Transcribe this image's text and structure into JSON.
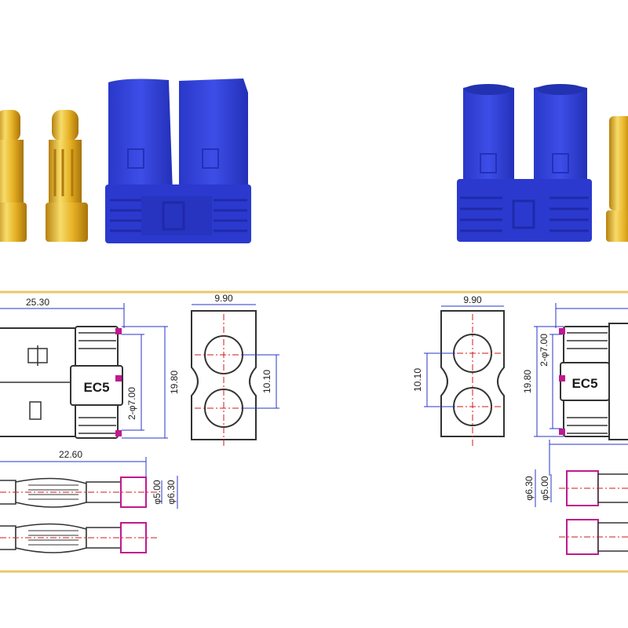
{
  "colors": {
    "connector_blue": "#2f3fd6",
    "connector_blue_dark": "#1f2aa8",
    "gold": "#e0a81e",
    "gold_light": "#f7dc6a",
    "frame_yellow": "#e8c86a",
    "dim_line": "#2a34c8",
    "center_line": "#d01a1a",
    "magenta": "#c0198f",
    "outline": "#333333"
  },
  "male_side": {
    "connector_label": "EC5",
    "dims": {
      "length": "25.30",
      "height": "19.80",
      "bore": "2-φ7.00",
      "face_width": "9.90",
      "pitch": "10.10",
      "pin_length": "22.60",
      "pin_d1": "φ5.00",
      "pin_d2": "φ6.30"
    }
  },
  "female_side": {
    "connector_label": "EC5",
    "dims": {
      "face_width": "9.90",
      "pitch": "10.10",
      "height": "19.80",
      "bore": "2-φ7.00",
      "pin_d1": "φ6.30",
      "pin_d2": "φ5.00"
    }
  },
  "icons": [
    "male-connector-photo",
    "female-connector-photo",
    "gold-bullet-pin",
    "gold-socket"
  ]
}
